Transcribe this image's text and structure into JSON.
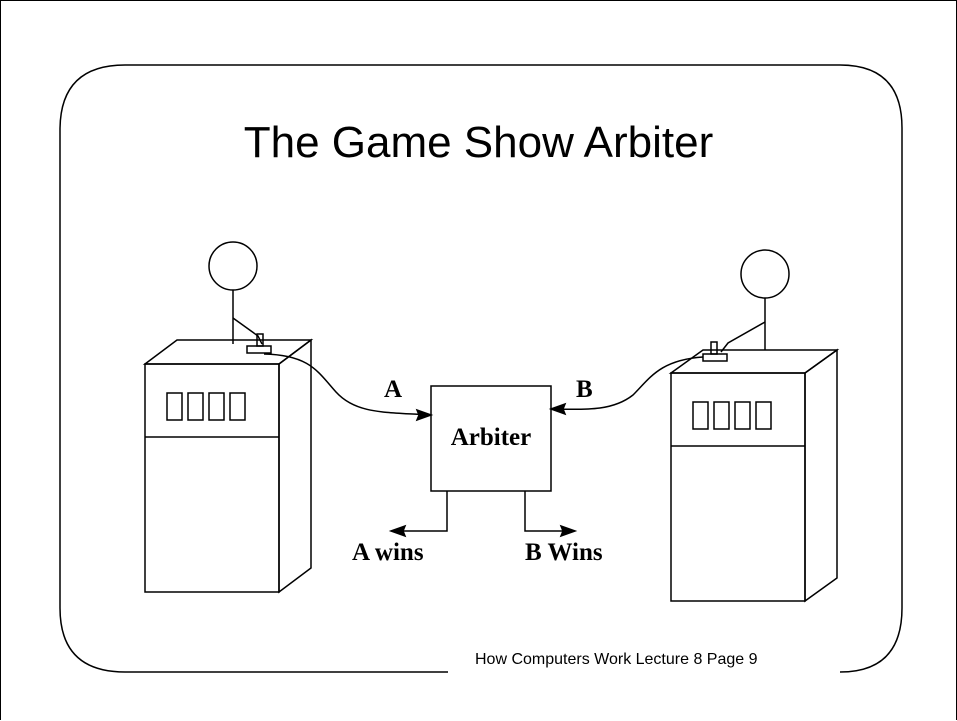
{
  "slide": {
    "title": "The Game Show Arbiter",
    "footer": "How Computers Work Lecture 8 Page 9"
  },
  "diagram": {
    "arbiter_label": "Arbiter",
    "input_a_label": "A",
    "input_b_label": "B",
    "output_a_label": "A wins",
    "output_b_label": "B Wins"
  }
}
